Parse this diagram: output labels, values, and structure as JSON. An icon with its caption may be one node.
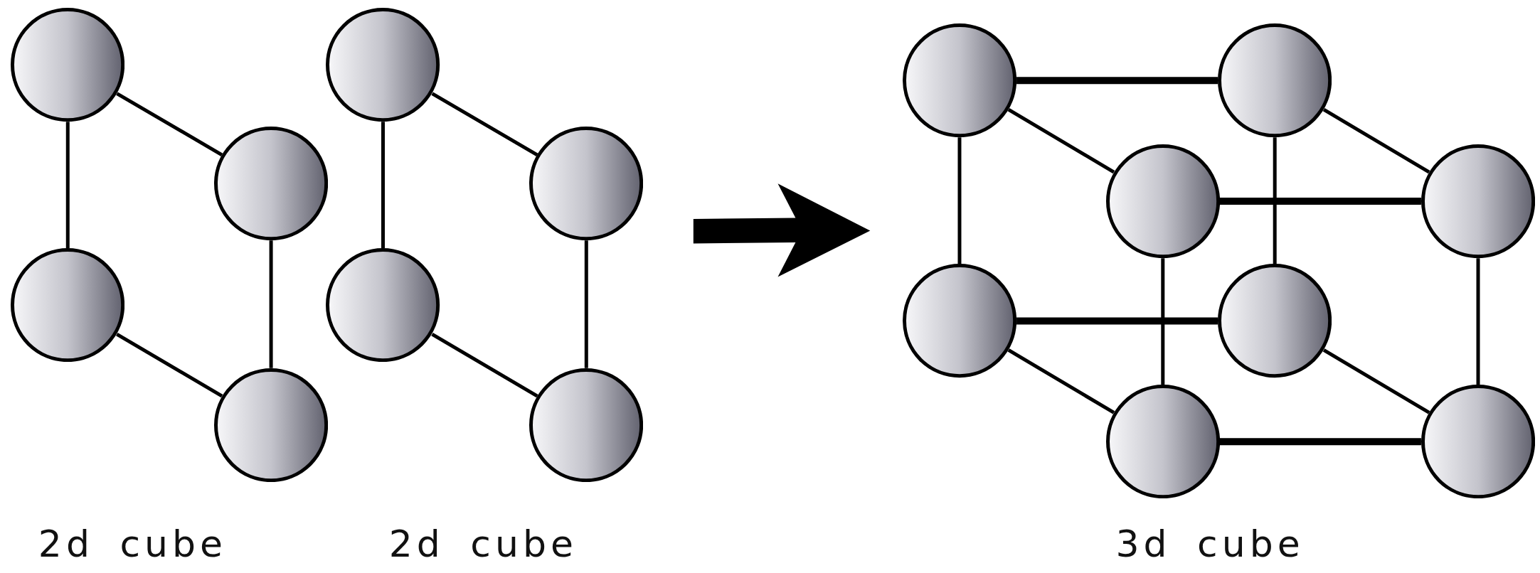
{
  "diagram": {
    "nodes": [
      {
        "text": [],
        "shape": "circle"
      },
      {
        "text": [],
        "shape": "circle"
      },
      {
        "text": [],
        "shape": "circle"
      },
      {
        "text": [],
        "shape": "circle"
      },
      {
        "text": [],
        "shape": "circle"
      },
      {
        "text": [],
        "shape": "circle"
      },
      {
        "text": [],
        "shape": "circle"
      },
      {
        "text": [],
        "shape": "circle"
      },
      {
        "text": [],
        "shape": "circle"
      },
      {
        "text": [],
        "shape": "circle"
      },
      {
        "text": [],
        "shape": "circle"
      },
      {
        "text": [],
        "shape": "circle"
      },
      {
        "text": [],
        "shape": "circle"
      },
      {
        "text": [],
        "shape": "circle"
      },
      {
        "text": [],
        "shape": "circle"
      },
      {
        "text": [],
        "shape": "circle"
      }
    ],
    "edges": [
      {
        "from": 0,
        "to": 1,
        "arrow": "none"
      },
      {
        "from": 0,
        "to": 2,
        "arrow": "none"
      },
      {
        "from": 1,
        "to": 3,
        "arrow": "none"
      },
      {
        "from": 2,
        "to": 3,
        "arrow": "none"
      },
      {
        "from": 4,
        "to": 5,
        "arrow": "none"
      },
      {
        "from": 4,
        "to": 6,
        "arrow": "none"
      },
      {
        "from": 5,
        "to": 7,
        "arrow": "none"
      },
      {
        "from": 6,
        "to": 7,
        "arrow": "none"
      },
      {
        "from": 8,
        "to": 9,
        "arrow": "none",
        "style": "thick"
      },
      {
        "from": 8,
        "to": 10,
        "arrow": "none"
      },
      {
        "from": 8,
        "to": 12,
        "arrow": "none"
      },
      {
        "from": 9,
        "to": 11,
        "arrow": "none"
      },
      {
        "from": 9,
        "to": 13,
        "arrow": "none"
      },
      {
        "from": 10,
        "to": 11,
        "arrow": "none",
        "style": "thick"
      },
      {
        "from": 10,
        "to": 14,
        "arrow": "none"
      },
      {
        "from": 11,
        "to": 15,
        "arrow": "none"
      },
      {
        "from": 12,
        "to": 13,
        "arrow": "none",
        "style": "thick"
      },
      {
        "from": 12,
        "to": 14,
        "arrow": "none"
      },
      {
        "from": 13,
        "to": 15,
        "arrow": "none"
      },
      {
        "from": 14,
        "to": 15,
        "arrow": "none",
        "style": "thick"
      }
    ],
    "labels": [
      "2d cube",
      "2d cube",
      "3d cube"
    ]
  }
}
